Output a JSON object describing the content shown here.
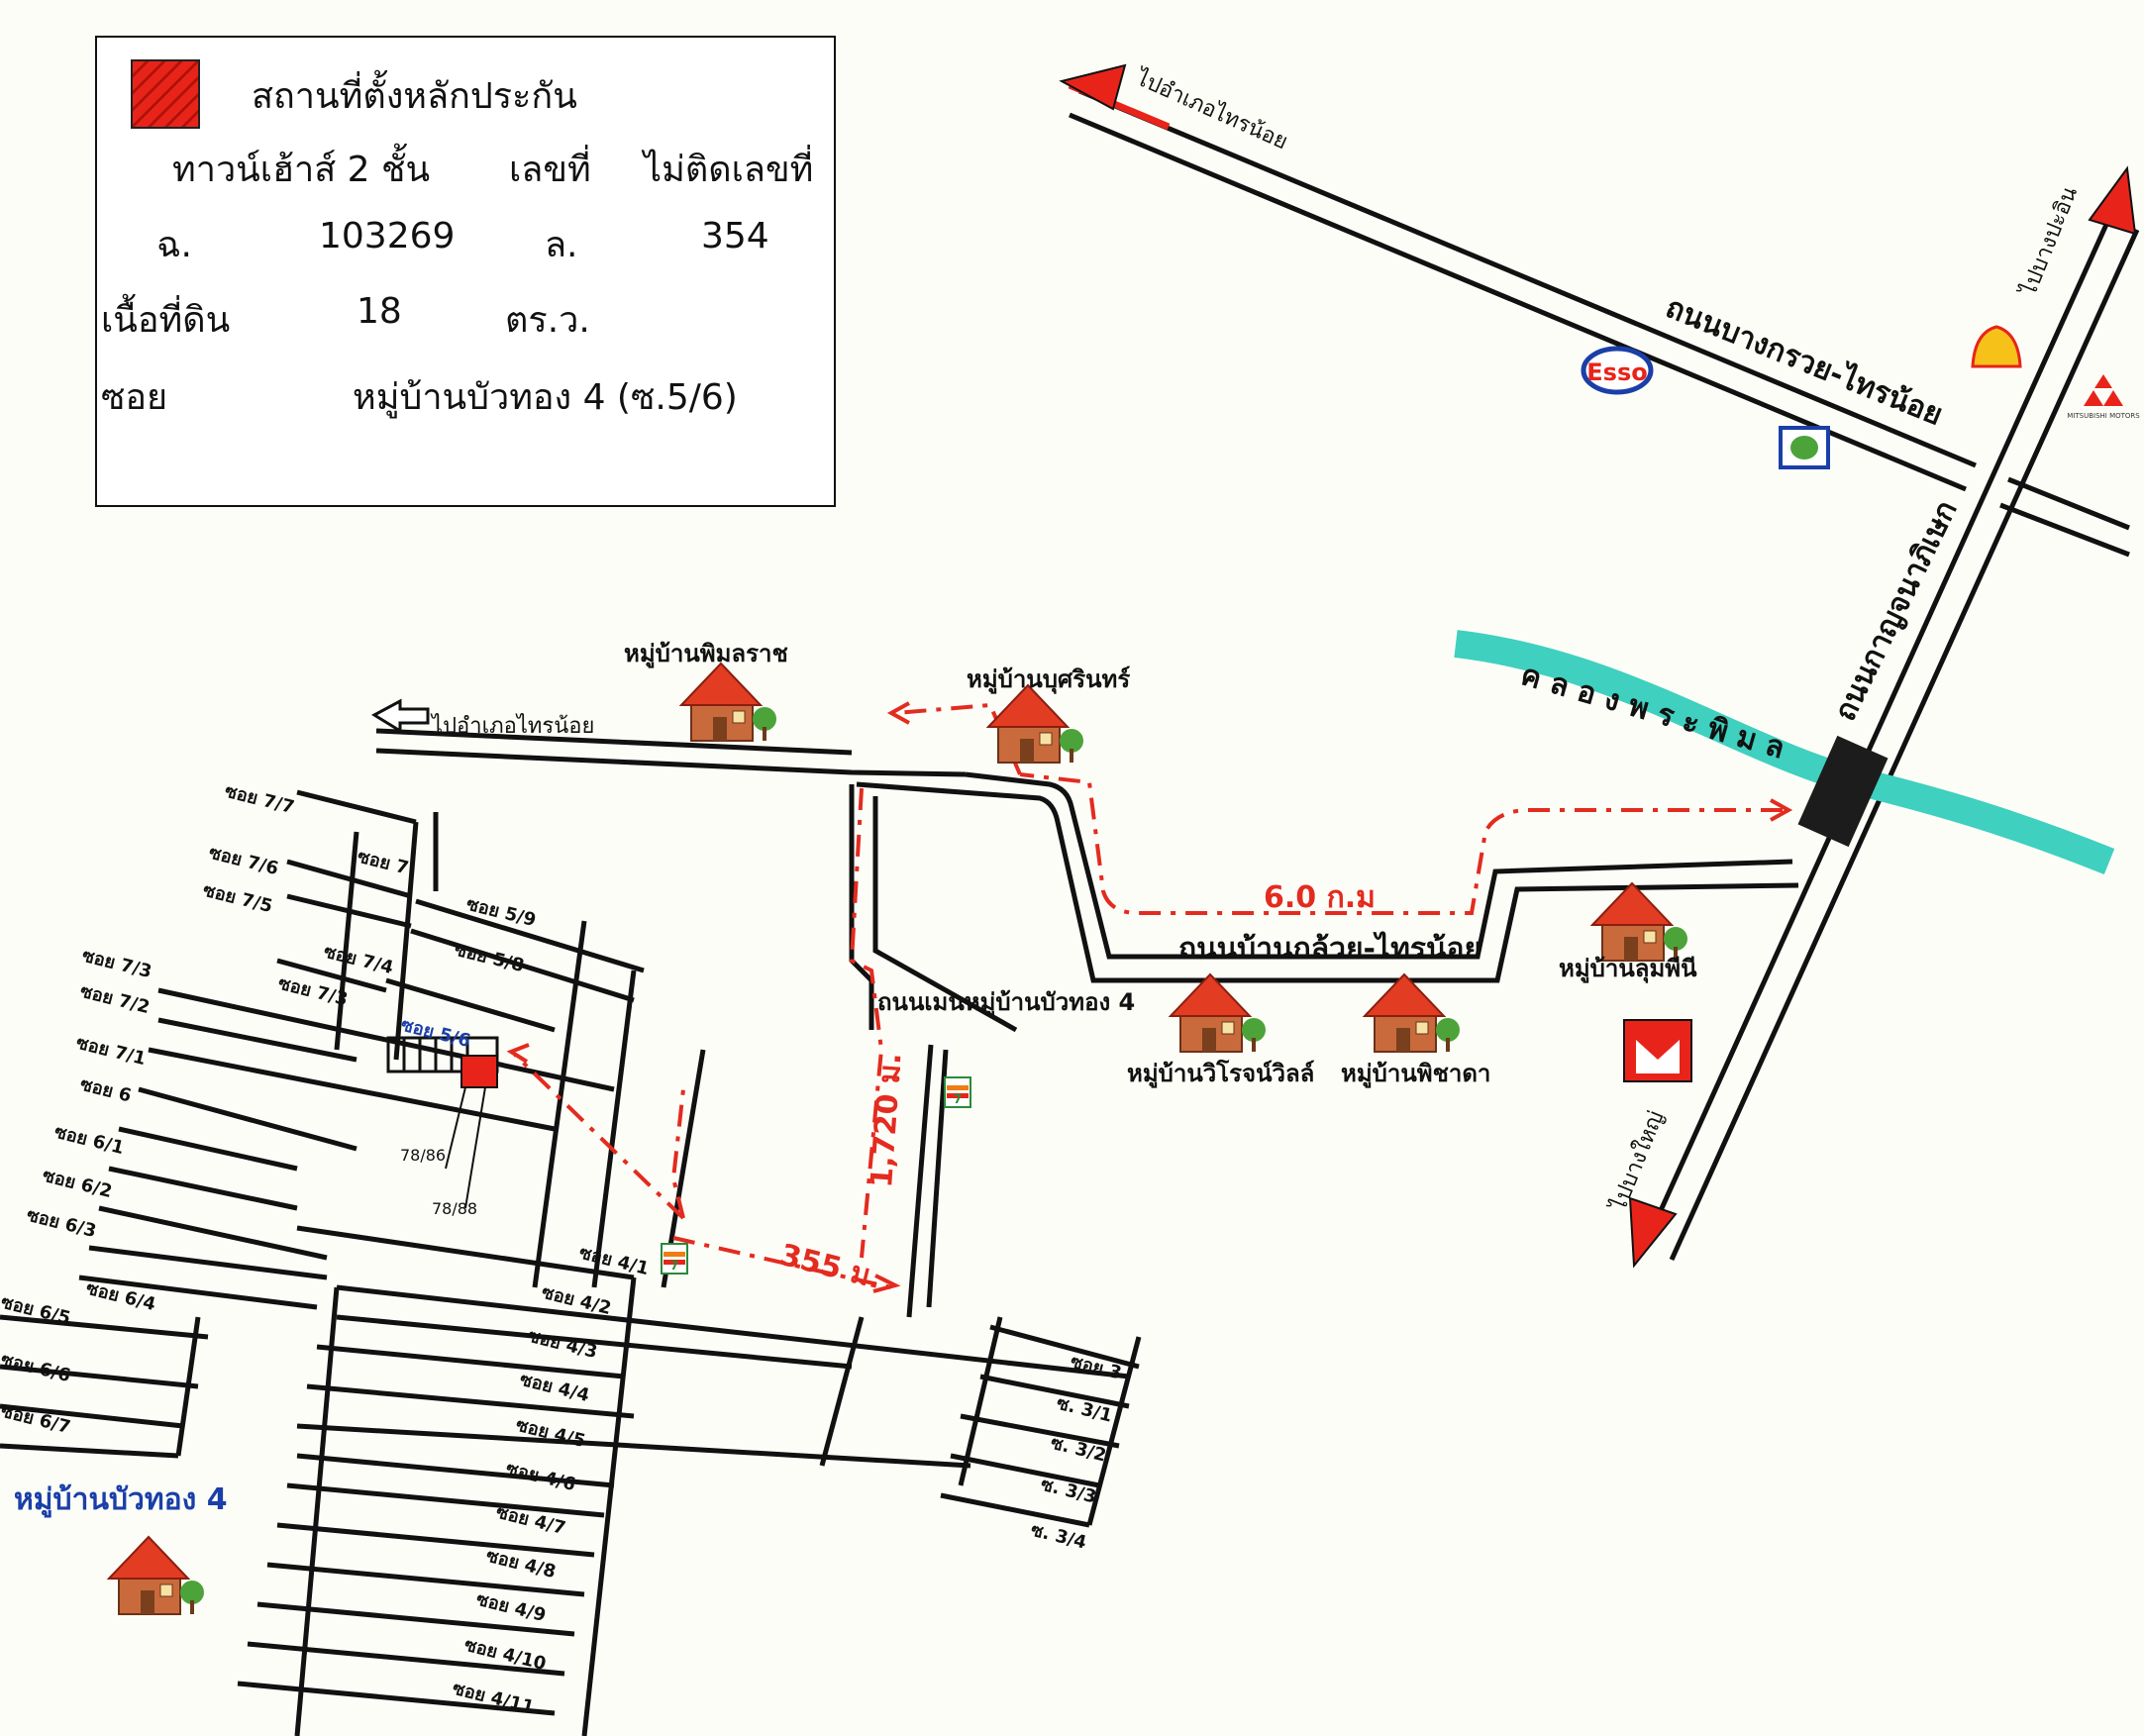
{
  "legend": {
    "symbol_label": "สถานที่ตั้งหลักประกัน",
    "property_type": "ทาวน์เฮ้าส์ 2 ชั้น",
    "number_label": "เลขที่",
    "number_value": "ไม่ติดเลขที่",
    "deed_label": "ฉ.",
    "deed_value": "103269",
    "book_label": "ล.",
    "book_value": "354",
    "area_label": "เนื้อที่ดิน",
    "area_value": "18",
    "area_unit": "ตร.ว.",
    "soi_label": "ซอย",
    "soi_value": "หมู่บ้านบัวทอง 4 (ซ.5/6)"
  },
  "roads": {
    "bangkruai_sainoi": "ถนนบางกรวย-ไทรน้อย",
    "kanchanaphisek": "ถนนกาญจนาภิเษก",
    "ban_kluai_sainoi": "ถนนบ้านกล้วย-ไทรน้อย",
    "main_buathong4": "ถนนเมนหมู่บ้านบัวทอง 4"
  },
  "directions": {
    "to_sainoi_top": "ไปอำเภอไทรน้อย",
    "to_sainoi_left": "ไปอำเภอไทรน้อย",
    "to_bangpa_in": "ไปบางปะอิน",
    "to_bangyai": "ไปบางใหญ่"
  },
  "canal": "ค ล อ ง พ ร ะ พิ ม ล",
  "distances": {
    "route": "6.0 ก.ม",
    "main_road": "1,720 ม.",
    "soi_4_1": "355 ม."
  },
  "villages": {
    "pimonrat": "หมู่บ้านพิมลราช",
    "bussarin": "หมู่บ้านบุศรินทร์",
    "wirot": "หมู่บ้านวิโรจน์วิลล์",
    "phichada": "หมู่บ้านพิชาดา",
    "lumphini": "หมู่บ้านลุมพีนี",
    "buathong4": "หมู่บ้านบัวทอง 4"
  },
  "brands": {
    "esso": "Esso",
    "mitsubishi": "MITSUBISHI MOTORS"
  },
  "lot_numbers": [
    "78/86",
    "78/88"
  ],
  "soi_labels": {
    "s7_7": "ซอย 7/7",
    "s7_6": "ซอย 7/6",
    "s7_5": "ซอย 7/5",
    "s7_4": "ซอย 7/4",
    "s7_3a": "ซอย 7/3",
    "s7_3b": "ซอย 7/3",
    "s7_2": "ซอย 7/2",
    "s7_1": "ซอย 7/1",
    "s7": "ซอย 7",
    "s5_9": "ซอย 5/9",
    "s5_8": "ซอย 5/8",
    "s5_6": "ซอย 5/6",
    "s6": "ซอย 6",
    "s6_1": "ซอย 6/1",
    "s6_2": "ซอย 6/2",
    "s6_3": "ซอย 6/3",
    "s6_4": "ซอย 6/4",
    "s6_5": "ซอย 6/5",
    "s6_6": "ซอย 6/6",
    "s6_7": "ซอย 6/7",
    "s4_1": "ซอย 4/1",
    "s4_2": "ซอย 4/2",
    "s4_3": "ซอย 4/3",
    "s4_4": "ซอย 4/4",
    "s4_5": "ซอย 4/5",
    "s4_6": "ซอย 4/6",
    "s4_7": "ซอย 4/7",
    "s4_8": "ซอย 4/8",
    "s4_9": "ซอย 4/9",
    "s4_10": "ซอย 4/10",
    "s4_11": "ซอย 4/11",
    "s3": "ซอย 3",
    "s3_1": "ซ. 3/1",
    "s3_2": "ซ. 3/2",
    "s3_3": "ซ. 3/3",
    "s3_4": "ซ. 3/4"
  },
  "colors": {
    "arrow": "#e8241a",
    "route_dash": "#e32b1f",
    "canal": "#3fd0bf",
    "road": "#111111",
    "soi_highlight": "#1a3fa8",
    "village_label": "#1a3fa8"
  }
}
